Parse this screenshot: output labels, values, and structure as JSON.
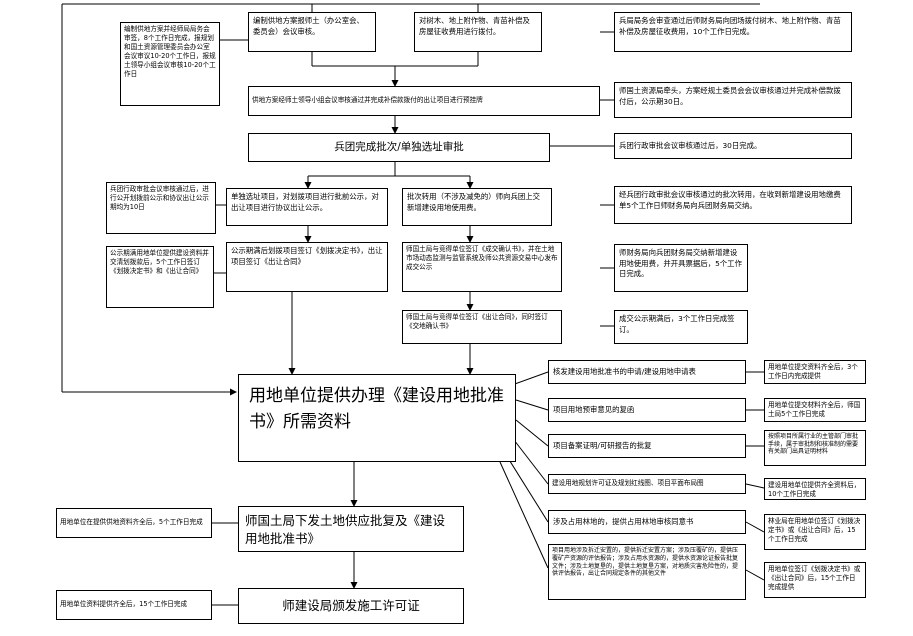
{
  "main_flow": {
    "compile_plan": "编制供地方案报师土（办公室会、委员会）会议审核。",
    "compensation": "对树木、地上附作物、青苗补偿及房屋征收费用进行拨付。",
    "submit_plan": "供地方案经师土领导小组会议审核通过并完成补偿款拨付的出让项目进行预挂牌",
    "approval": "兵团完成批次/单独选址审批",
    "single_site": "单独选址项目，对划拨项目进行批前公示，对出让项目进行协议出让公示。",
    "batch_transfer": "批次转用（不涉及减免的）师向兵团上交新增建设用地使用费。",
    "signed_decision": "公示期满后划拨项目签订《划拨决定书》，出让项目签订《出让合同》",
    "bid_confirm": "师国土局与竞得单位签订《成交确认书》，并在土地市场动态监测与监管系统及师公共资源交易中心发布成交公示",
    "sign_contract": "师国土局与竞得单位签订《出让合同》，同时签订《交地确认书》",
    "submit_materials": "用地单位提供办理《建设用地批准书》所需资料",
    "issue_reply": "师国土局下发土地供应批复及《建设用地批准书》",
    "construction_permit": "师建设局颁发施工许可证"
  },
  "left_notes": {
    "committee_note": "编制供地方案并经师局局务会审签，8个工作日完成，报规划和国土资源管理委员会办公室会议审议10-20个工作日，报规土领导小组会议审核10-20个工作日",
    "publicity_note": "兵团行政审批会议审核通过后，进行公开划拨前公示和协议出让公示期均为10日",
    "sign_note": "公示期满用地单位提供建设资料并交清划拨款后，5个工作日签订《划拨决定书》和《出让合同》",
    "supply_note": "用地单位在提供供地资料齐全后，5个工作日完成",
    "permit_note": "用地单位资料提供齐全后，15个工作日完成"
  },
  "right_notes": {
    "compensation_note": "兵局局务会审查通过后师财务局向团场拨付树木、地上附作物、青苗补偿及房屋征收费用，10个工作日完成。",
    "land_resources_note": "师国土资源局牵头，方案经规土委员会会议审核通过并完成补偿款拨付后，公示期30日。",
    "approval_note": "兵团行政审批会议审核通过后，30日完成。",
    "fee_note": "经兵团行政审批会议审核通过的批次转用，在收到新增建设用地缴费单5个工作日师财务局向兵团财务局交纳。",
    "finance_note": "师财务局向兵团财务局交纳新增建设用地使用费，并开具票据后，5个工作日完成。",
    "bid_note": "成交公示期满后，3个工作日完成签订。"
  },
  "materials": {
    "m1": "核发建设用地批准书的申请/建设用地申请表",
    "m2": "项目用地预审意见的复函",
    "m3": "项目备案证明/可研报告的批复",
    "m4": "建设用地规划许可证及规划红线图、项目平面布局图",
    "m5": "涉及占用林地的，提供占用林地审核同意书",
    "m6": "项目用地涉及拆迁安置的，提供拆迁安置方案；涉及压覆矿的，提供压覆矿产资源的评估报告；涉及占用水资源的，提供水资源论证报告批复文件；涉及土地复垦的，提供土地复垦方案，对地质灾害危险性的，提供评估报告，出让合同规定条件的其他文件",
    "r1": "用地单位提交资料齐全后，3个工作日内完成提供",
    "r2": "用地单位提交材料齐全后，师国土局5个工作日完成",
    "r3": "按照项目所属行业的主管部门审批手续，属于审批制和核准制的需要有关部门出具证明材料",
    "r4": "建设用地单位提供齐全资料后，10个工作日完成",
    "r5": "林业局在用地单位签订《划拨决定书》或《出让合同》后，15个工作日完成",
    "r6": "用地单位签订《划拨决定书》或《出让合同》后，15个工作日完成提供"
  }
}
